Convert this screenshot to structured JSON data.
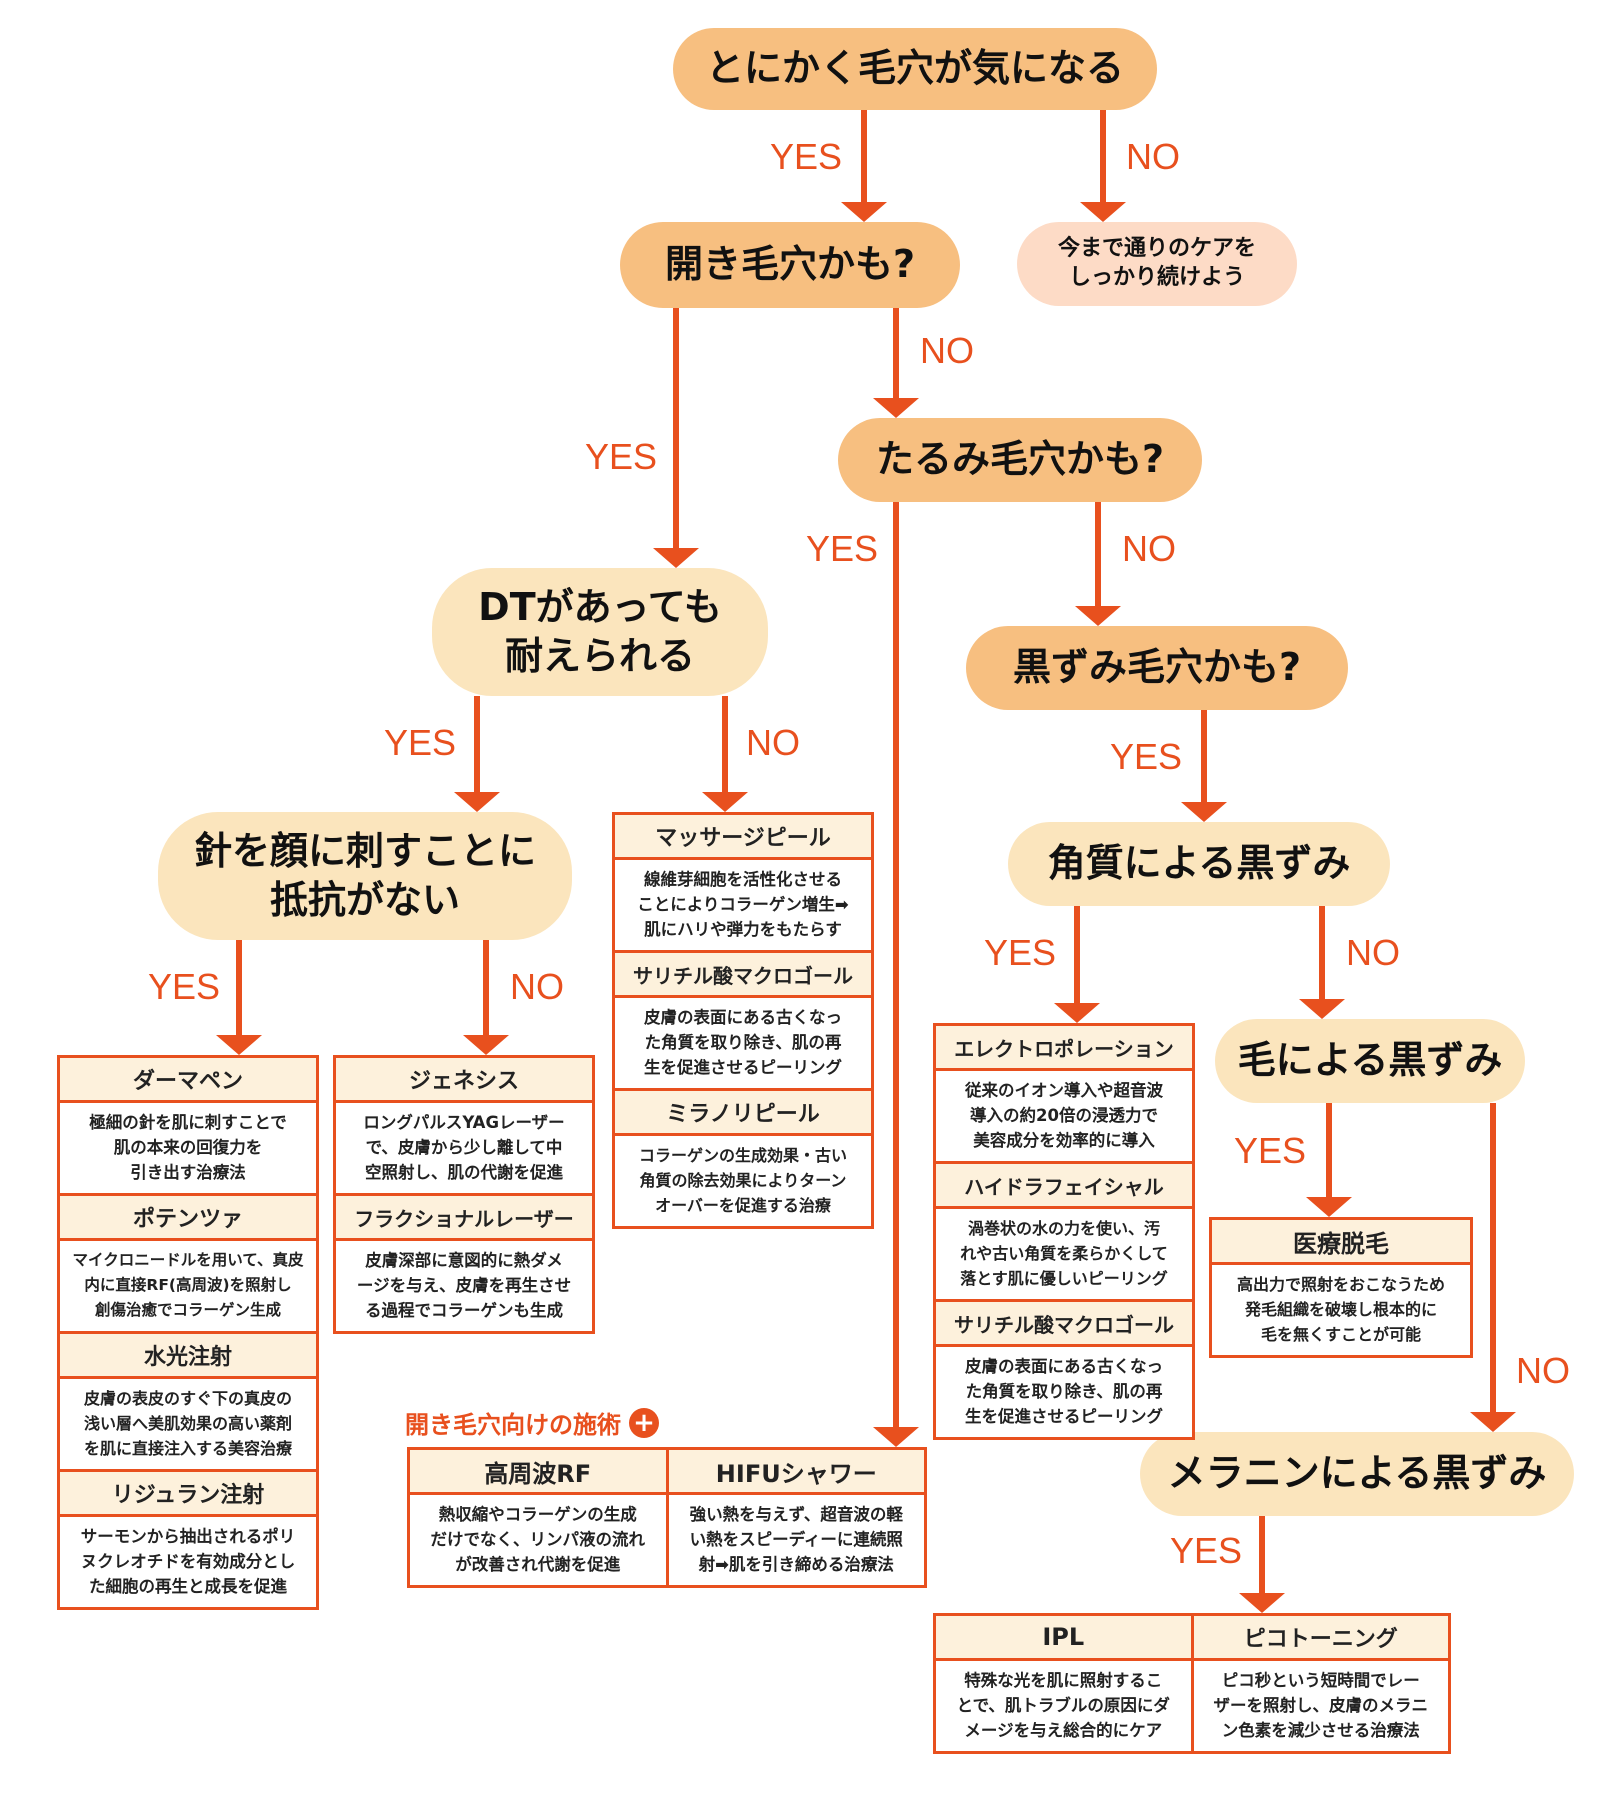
{
  "questions": {
    "q1": "とにかく毛穴が気になる",
    "q2": "開き毛穴かも?",
    "q3": "たるみ毛穴かも?",
    "q4": "DTがあっても\n耐えられる",
    "q5": "黒ずみ毛穴かも?",
    "q6": "針を顔に刺すことに\n抵抗がない",
    "q7": "角質による黒ずみ",
    "q8": "毛による黒ずみ",
    "q9": "メラニンによる黒ずみ",
    "end": "今まで通りのケアを\nしっかり続けよう"
  },
  "labels": {
    "yes": "YES",
    "no": "NO"
  },
  "cards": {
    "needle": [
      {
        "title": "ダーマペン",
        "desc": "極細の針を肌に刺すことで\n肌の本来の回復力を\n引き出す治療法"
      },
      {
        "title": "ポテンツァ",
        "desc": "マイクロニードルを用いて、真皮\n内に直接RF(高周波)を照射し\n創傷治癒でコラーゲン生成"
      },
      {
        "title": "水光注射",
        "desc": "皮膚の表皮のすぐ下の真皮の\n浅い層へ美肌効果の高い薬剤\nを肌に直接注入する美容治療"
      },
      {
        "title": "リジュラン注射",
        "desc": "サーモンから抽出されるポリ\nヌクレオチドを有効成分とし\nた細胞の再生と成長を促進"
      }
    ],
    "laser": [
      {
        "title": "ジェネシス",
        "desc": "ロングパルスYAGレーザー\nで、皮膚から少し離して中\n空照射し、肌の代謝を促進"
      },
      {
        "title": "フラクショナルレーザー",
        "desc": "皮膚深部に意図的に熱ダメ\nージを与え、皮膚を再生させ\nる過程でコラーゲンも生成"
      }
    ],
    "peel": [
      {
        "title": "マッサージピール",
        "desc": "線維芽細胞を活性化させる\nことによりコラーゲン増生➡\n肌にハリや弾力をもたらす"
      },
      {
        "title": "サリチル酸マクロゴール",
        "desc": "皮膚の表面にある古くなっ\nた角質を取り除き、肌の再\n生を促進させるピーリング"
      },
      {
        "title": "ミラノリピール",
        "desc": "コラーゲンの生成効果・古い\n角質の除去効果によりターン\nオーバーを促進する治療"
      }
    ],
    "keratin": [
      {
        "title": "エレクトロポレーション",
        "desc": "従来のイオン導入や超音波\n導入の約20倍の浸透力で\n美容成分を効率的に導入"
      },
      {
        "title": "ハイドラフェイシャル",
        "desc": "渦巻状の水の力を使い、汚\nれや古い角質を柔らかくして\n落とす肌に優しいピーリング"
      },
      {
        "title": "サリチル酸マクロゴール",
        "desc": "皮膚の表面にある古くなっ\nた角質を取り除き、肌の再\n生を促進させるピーリング"
      }
    ],
    "hair": [
      {
        "title": "医療脱毛",
        "desc": "高出力で照射をおこなうため\n発毛組織を破壊し根本的に\n毛を無くすことが可能"
      }
    ],
    "open_pore": [
      {
        "title": "高周波RF",
        "desc": "熱収縮やコラーゲンの生成\nだけでなく、リンパ液の流れ\nが改善され代謝を促進"
      },
      {
        "title": "HIFUシャワー",
        "desc": "強い熱を与えず、超音波の軽\nい熱をスピーディーに連続照\n射➡肌を引き締める治療法"
      }
    ],
    "melanin": [
      {
        "title": "IPL",
        "desc": "特殊な光を肌に照射するこ\nとで、肌トラブルの原因にダ\nメージを与え総合的にケア"
      },
      {
        "title": "ピコトーニング",
        "desc": "ピコ秒という短時間でレー\nザーを照射し、皮膚のメラニ\nン色素を減少させる治療法"
      }
    ]
  },
  "section_heading": "開き毛穴向けの施術",
  "plus_icon": "+",
  "colors": {
    "accent": "#e8501e",
    "question": "#f7bf80",
    "question_light": "#fbe5bd",
    "endpoint": "#fddbc6",
    "card_header": "#fdf1dc"
  }
}
